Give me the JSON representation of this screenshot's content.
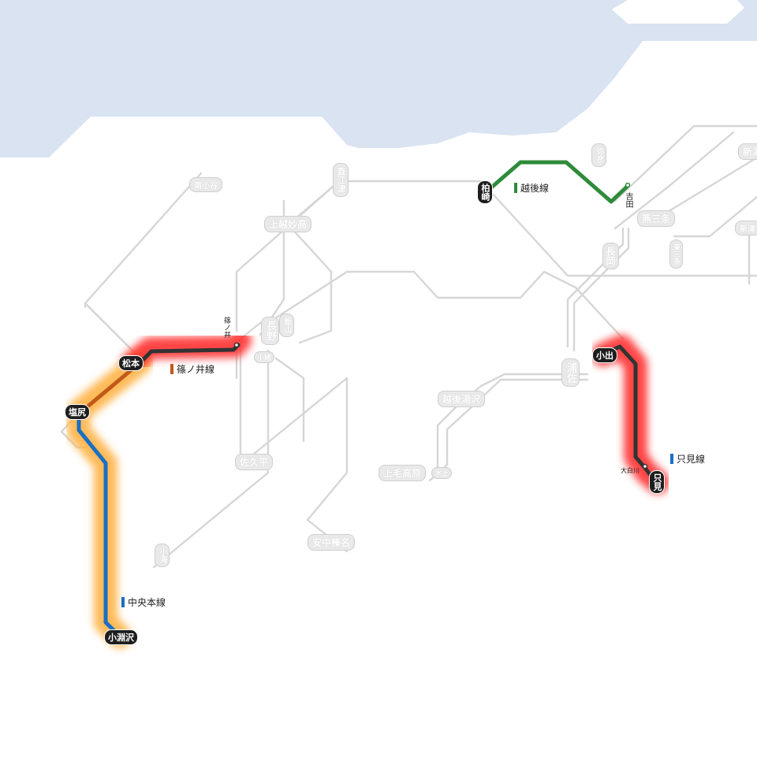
{
  "colors": {
    "sea": "#d9e3f2",
    "inactive_line": "#d6d6d6",
    "glow_red": "#ff3030",
    "glow_orange": "#ffb347",
    "line_dark": "#333333",
    "shinonoi_line": "#c05a1a",
    "chuo_line": "#1a6fc4",
    "echigo_line": "#2e8b3a",
    "tadami_line": "#1a6fc4"
  },
  "legend": {
    "echigo": "越後線",
    "shinonoi": "篠ノ井線",
    "chuo": "中央本線",
    "tadami": "只見線"
  },
  "active_stations": {
    "kashiwazaki": "柏崎",
    "yoshida": "吉田",
    "shinonoi": "篠ノ井",
    "matsumoto": "松本",
    "shiojiri": "塩尻",
    "kobuchisawa": "小淵沢",
    "koide": "小出",
    "tadami": "只見",
    "oshirakawa": "大白川"
  },
  "inactive_stations": {
    "minami_otari": "南小谷",
    "naoetsu": "直江津",
    "joetsumyoko": "上越妙高",
    "nagano": "長野",
    "iiyama": "飯山",
    "komoro": "小諸",
    "sakudaira": "佐久平",
    "annakaharuna": "安中榛名",
    "komi": "小海",
    "echigoyuzawa": "越後湯沢",
    "jomokogen": "上毛高原",
    "minakami": "水上",
    "urasa": "浦佐",
    "nagaoka": "長岡",
    "tsubamesanjo": "燕三条",
    "higashisanjo": "東三条",
    "yahiko": "弥彦",
    "niigata": "新潟",
    "niitsu": "新津"
  }
}
